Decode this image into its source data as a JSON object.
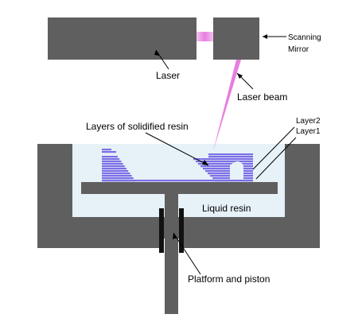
{
  "labels": {
    "laser": "Laser",
    "scanning_mirror_line1": "Scanning",
    "scanning_mirror_line2": "Mirror",
    "laser_beam": "Laser beam",
    "layers_solidified": "Layers of solidified resin",
    "layer2": "Layer2",
    "layer1": "Layer1",
    "liquid_resin": "Liquid resin",
    "platform_piston": "Platform and piston"
  },
  "colors": {
    "machine_gray": "#5f5f5f",
    "resin_liquid": "#e6f1f8",
    "solid_resin": "#7c6ee6",
    "beam_magenta": "#e77ee0",
    "seal_black": "#111111"
  }
}
